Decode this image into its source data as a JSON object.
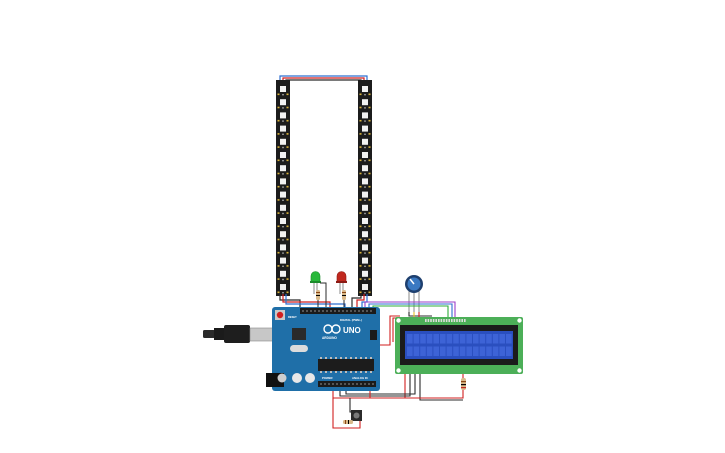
{
  "board": {
    "brand_text": "UNO",
    "logo_text": "ARDUINO",
    "digital_label": "DIGITAL (PWM~)",
    "analog_label": "ANALOG IN",
    "power_label": "POWER",
    "reset_label": "RESET"
  },
  "components": {
    "strip_left": "neopixel-strip",
    "strip_right": "neopixel-strip",
    "led_green": "green",
    "led_red": "red",
    "pot": "potentiometer",
    "lcd": "16x2 LCD",
    "button": "pushbutton"
  },
  "colors": {
    "board": "#1f6fa8",
    "lcd_pcb": "#4caf58",
    "lcd_screen": "#2a4fbf",
    "strip": "#1c1c1c",
    "wire_red": "#d11f1f",
    "wire_black": "#2b2b2b",
    "wire_blue": "#2f6fd0"
  }
}
